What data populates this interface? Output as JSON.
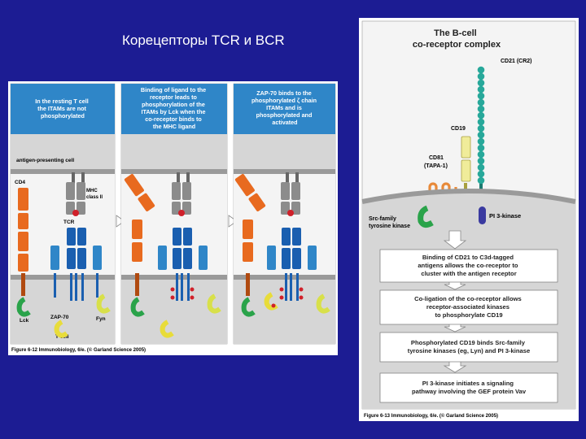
{
  "slide": {
    "title": "Корецепторы TCR и BCR"
  },
  "tcr_figure": {
    "panels": [
      {
        "caption_lines": [
          "In the resting T cell",
          "the ITAMs are not",
          "phosphorylated"
        ]
      },
      {
        "caption_lines": [
          "Binding of ligand to the",
          "receptor leads to",
          "phosphorylation of the",
          "ITAMs by Lck when the",
          "co-receptor binds to",
          "the MHC ligand"
        ]
      },
      {
        "caption_lines": [
          "ZAP-70 binds to the",
          "phosphorylated ζ chain",
          "ITAMs and is",
          "phosphorylated and",
          "activated"
        ]
      }
    ],
    "labels": {
      "apc": "antigen-presenting cell",
      "cd4": "CD4",
      "mhc": "MHC",
      "mhc_class": "class II",
      "tcr": "TCR",
      "lck": "Lck",
      "zap70": "ZAP-70",
      "fyn": "Fyn",
      "tcell": "T cell"
    },
    "credit": "Figure 6-12 Immunobiology, 6/e. (© Garland Science 2005)"
  },
  "bcr_figure": {
    "title_lines": [
      "The B-cell",
      "co-receptor complex"
    ],
    "labels": {
      "cd21": "CD21 (CR2)",
      "cd19": "CD19",
      "cd81": "CD81",
      "tapa": "(TAPA-1)",
      "src_line1": "Src-family",
      "src_line2": "tyrosine kinase",
      "pi3k": "PI 3-kinase"
    },
    "steps": [
      {
        "lines": [
          "Binding of CD21 to C3d-tagged",
          "antigens allows the co-receptor to",
          "cluster with the antigen receptor"
        ]
      },
      {
        "lines": [
          "Co-ligation of the co-receptor allows",
          "receptor-associated kinases",
          "to phosphorylate CD19"
        ]
      },
      {
        "lines": [
          "Phosphorylated CD19 binds Src-family",
          "tyrosine kinases (eg, Lyn) and PI 3-kinase"
        ]
      },
      {
        "lines": [
          "PI 3-kinase initiates a signaling",
          "pathway involving the GEF protein Vav"
        ]
      }
    ],
    "credit": "Figure 6-13 Immunobiology, 6/e. (© Garland Science 2005)"
  },
  "colors": {
    "background": "#1c1c93",
    "panel_blue": "#2f86c8",
    "cell_grey": "#d6d6d6",
    "membrane": "#9a9a9a",
    "cd4_orange": "#e86a1f",
    "mhc_grey": "#8c8c8c",
    "tcr_blue": "#1a5fb0",
    "lck_green": "#2aa34a",
    "zap_yellow": "#e8dc3a",
    "phospho_red": "#d0202a",
    "cd21_teal": "#27a89a",
    "pi3k_purple": "#3a3aa0"
  }
}
